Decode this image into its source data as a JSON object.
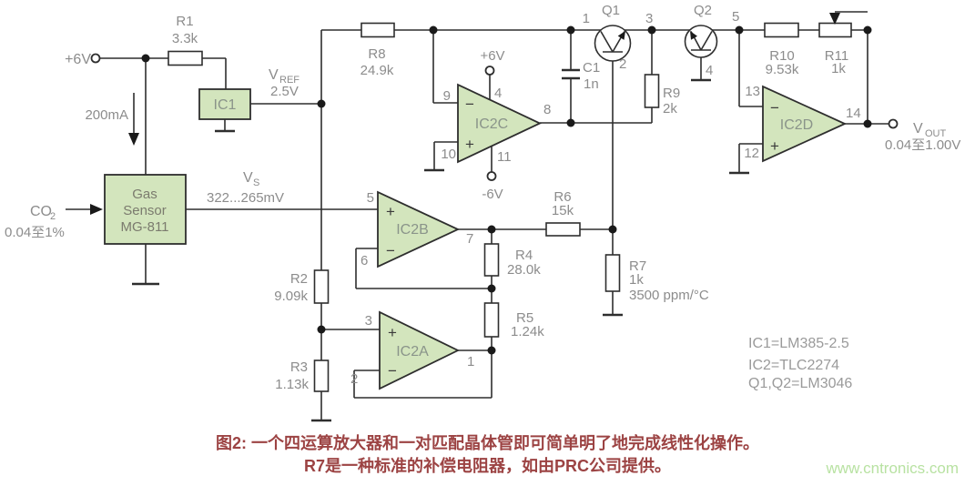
{
  "power": {
    "vcc_left": "+6V",
    "vcc_ic2c": "+6V",
    "vee_ic2c": "-6V",
    "sensor_current": "200mA"
  },
  "resistors": {
    "r1": {
      "ref": "R1",
      "value": "3.3k"
    },
    "r2": {
      "ref": "R2",
      "value": "9.09k"
    },
    "r3": {
      "ref": "R3",
      "value": "1.13k"
    },
    "r4": {
      "ref": "R4",
      "value": "28.0k"
    },
    "r5": {
      "ref": "R5",
      "value": "1.24k"
    },
    "r6": {
      "ref": "R6",
      "value": "15k"
    },
    "r7": {
      "ref": "R7",
      "value": "1k",
      "tc": "3500 ppm/°C"
    },
    "r8": {
      "ref": "R8",
      "value": "24.9k"
    },
    "r9": {
      "ref": "R9",
      "value": "2k"
    },
    "r10": {
      "ref": "R10",
      "value": "9.53k"
    },
    "r11": {
      "ref": "R11",
      "value": "1k"
    }
  },
  "capacitors": {
    "c1": {
      "ref": "C1",
      "value": "1n"
    }
  },
  "ics": {
    "ic1": "IC1",
    "ic2a": "IC2A",
    "ic2b": "IC2B",
    "ic2c": "IC2C",
    "ic2d": "IC2D"
  },
  "transistors": {
    "q1": "Q1",
    "q2": "Q2"
  },
  "sensor": {
    "line1": "Gas",
    "line2": "Sensor",
    "line3": "MG-811"
  },
  "signals": {
    "vref": {
      "sym": "V",
      "sub": "REF",
      "value": "2.5V"
    },
    "vs": {
      "sym": "V",
      "sub": "S",
      "value": "322...265mV"
    },
    "vout": {
      "sym": "V",
      "sub": "OUT",
      "value": "0.04至1.00V"
    },
    "co2": {
      "sym": "CO",
      "sub": "2",
      "value": "0.04至1%"
    }
  },
  "opamp": {
    "plus": "+",
    "minus": "−"
  },
  "pins": {
    "ic2c_9": "9",
    "ic2c_10": "10",
    "ic2c_4": "4",
    "ic2c_11": "11",
    "ic2c_8": "8",
    "ic2b_5": "5",
    "ic2b_6": "6",
    "ic2b_7": "7",
    "ic2a_3": "3",
    "ic2a_2": "2",
    "ic2a_1": "1",
    "ic2d_13": "13",
    "ic2d_12": "12",
    "ic2d_14": "14",
    "q1_1": "1",
    "q1_2": "2",
    "q1_3": "3",
    "q2_4": "4",
    "q2_5": "5"
  },
  "notes": {
    "line1": "IC1=LM385-2.5",
    "line2": "IC2=TLC2274",
    "line3": "Q1,Q2=LM3046"
  },
  "caption": {
    "line1": "图2: 一个四运算放大器和一对匹配晶体管即可简单明了地完成线性化操作。",
    "line2": "R7是一种标准的补偿电阻器，如由PRC公司提供。"
  },
  "watermark": "www.cntronics.com",
  "colors": {
    "green": "#d3e5bd",
    "wire": "#2e2e2e",
    "label": "#8c8c8c",
    "caption": "#9c4343",
    "watermark": "#b8e2a2"
  }
}
